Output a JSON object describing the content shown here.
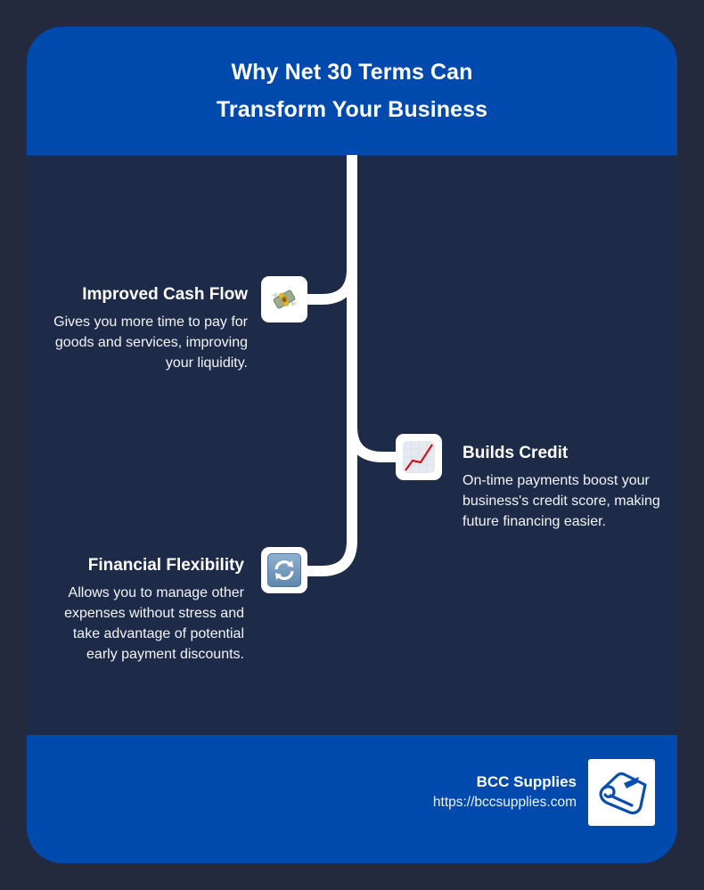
{
  "header": {
    "title_line1": "Why Net 30 Terms Can",
    "title_line2": "Transform Your Business"
  },
  "colors": {
    "page_background": "#232A3D",
    "card_body": "#1E2B48",
    "brand_blue": "#004AAD",
    "timeline_line": "#FFFFFF",
    "text": "#FFFFFF"
  },
  "timeline": {
    "items": [
      {
        "side": "left",
        "icon": "money-with-wings-icon",
        "title": "Improved Cash Flow",
        "description": "Gives you more time to pay for goods and services, improving your liquidity."
      },
      {
        "side": "right",
        "icon": "chart-increasing-icon",
        "title": "Builds Credit",
        "description": "On-time payments boost your business's credit score, making future financing easier."
      },
      {
        "side": "left",
        "icon": "counterclockwise-arrows-icon",
        "title": "Financial Flexibility",
        "description": "Allows you to manage other expenses without stress and take advantage of potential early payment discounts."
      }
    ]
  },
  "footer": {
    "brand_name": "BCC Supplies",
    "brand_url": "https://bccsupplies.com",
    "logo_icon": "paper-roll-logo-icon"
  }
}
